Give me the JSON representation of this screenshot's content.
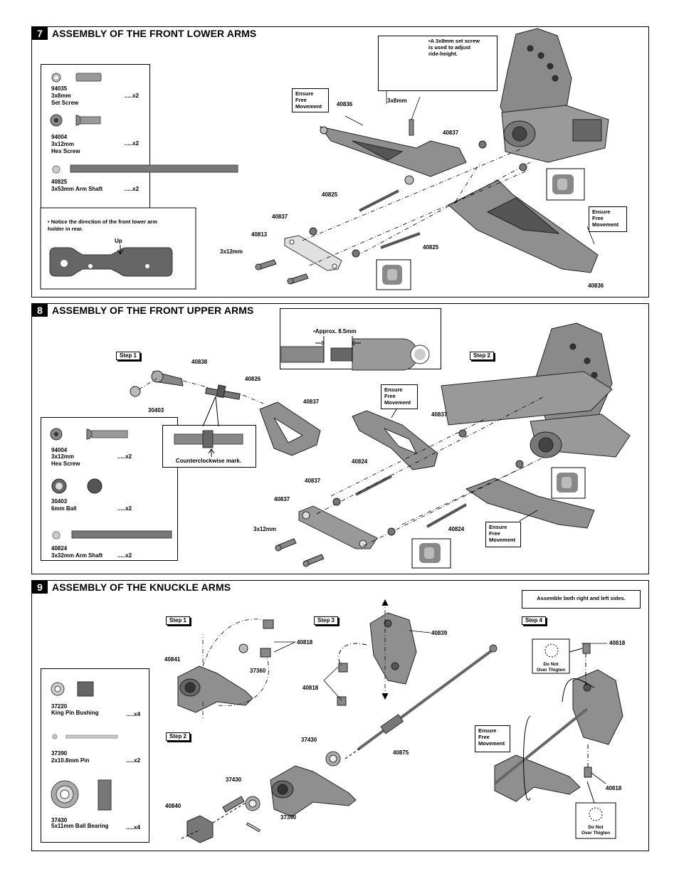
{
  "sections": [
    {
      "number": "7",
      "title": "ASSEMBLY OF THE FRONT LOWER  ARMS",
      "parts": [
        {
          "code": "94035",
          "size": "3x8mm",
          "name": "Set Screw",
          "qty": ".....x2"
        },
        {
          "code": "94004",
          "size": "3x12mm",
          "name": "Hex Screw",
          "qty": ".....x2"
        },
        {
          "code": "40825",
          "name": "3x53mm Arm Shaft",
          "qty": ".....x2"
        }
      ],
      "notice": "• Notice the direction of the front lower arm\n   holder in rear.",
      "notice_up": "Up",
      "setscrew_note": "•A 3x8mm set screw\nis used to adjust\nride-height.",
      "ensure": "Ensure\nFree\nMovement",
      "labels": {
        "l40836a": "40836",
        "l3x8": "3x8mm",
        "l40837a": "40837",
        "l40825a": "40825",
        "l40837b": "40837",
        "l40813": "40813",
        "l3x12": "3x12mm",
        "l40825b": "40825",
        "l40836b": "40836"
      }
    },
    {
      "number": "8",
      "title": "ASSEMBLY OF THE FRONT UPPER  ARMS",
      "approx": "•Approx.  8.5mm",
      "step1": "Step 1",
      "step2": "Step 2",
      "ccw": "Counterclockwise mark.",
      "ensure": "Ensure\nFree\nMovement",
      "parts": [
        {
          "code": "94004",
          "size": "3x12mm",
          "name": "Hex Screw",
          "qty": ".....x2"
        },
        {
          "code": "30403",
          "name": "6mm Ball",
          "qty": ".....x2"
        },
        {
          "code": "40824",
          "name": "3x32mm Arm Shaft",
          "qty": ".....x2"
        }
      ],
      "labels": {
        "l40838": "40838",
        "l40826": "40826",
        "l30403": "30403",
        "l40837a": "40837",
        "l40837b": "40837",
        "l40824a": "40824",
        "l40837c": "40837",
        "l40837d": "40837",
        "l3x12": "3x12mm",
        "l40824b": "40824"
      }
    },
    {
      "number": "9",
      "title": "ASSEMBLY OF THE KNUCKLE  ARMS",
      "both_sides": "Assemble both right and left sides.",
      "step1": "Step 1",
      "step2": "Step 2",
      "step3": "Step 3",
      "step4": "Step 4",
      "ensure": "Ensure\nFree\nMovement",
      "do_not": "Do Not\nOver Thigten",
      "parts": [
        {
          "code": "37220",
          "name": "King Pin Bushing",
          "qty": ".....x4"
        },
        {
          "code": "37390",
          "name": "2x10.8mm Pin",
          "qty": ".....x2"
        },
        {
          "code": "37430",
          "name": "5x11mm Ball Bearing",
          "qty": ".....x4"
        }
      ],
      "labels": {
        "l40841": "40841",
        "l37360": "37360",
        "l40818a": "40818",
        "l40839": "40839",
        "l40818b": "40818",
        "l37430a": "37430",
        "l40875": "40875",
        "l37430b": "37430",
        "l40840": "40840",
        "l37390": "37390",
        "l40818c": "40818",
        "l40818d": "40818"
      }
    }
  ]
}
